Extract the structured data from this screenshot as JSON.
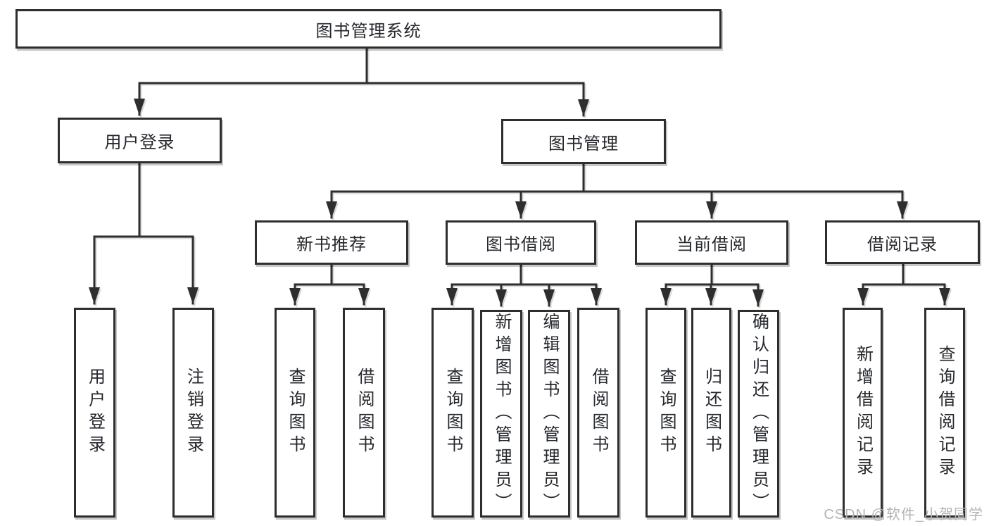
{
  "colors": {
    "line": "#2e2e2e",
    "text": "#24272c",
    "watermark": "#b4b4b4",
    "bg": "#ffffff"
  },
  "watermark": "CSDN @软件_小贺同学",
  "nodes": {
    "root": {
      "label": "图书管理系统"
    },
    "user_login": {
      "label": "用户登录"
    },
    "book_management": {
      "label": "图书管理"
    },
    "new_book_recommend": {
      "label": "新书推荐"
    },
    "book_borrow": {
      "label": "图书借阅"
    },
    "current_borrow": {
      "label": "当前借阅"
    },
    "borrow_records": {
      "label": "借阅记录"
    },
    "leaf_user_login": {
      "label": "用户登录"
    },
    "leaf_logout": {
      "label": "注销登录"
    },
    "recommend_query_books": {
      "label": "查询图书"
    },
    "recommend_borrow_books": {
      "label": "借阅图书"
    },
    "borrow_query_books": {
      "label": "查询图书"
    },
    "borrow_add_books": {
      "label": "新增图书（管理员）"
    },
    "borrow_edit_books": {
      "label": "编辑图书（管理员）"
    },
    "borrow_borrow_books": {
      "label": "借阅图书"
    },
    "current_query_books": {
      "label": "查询图书"
    },
    "current_return_books": {
      "label": "归还图书"
    },
    "current_confirm_return": {
      "label": "确认归还（管理员）"
    },
    "records_add_record": {
      "label": "新增借阅记录"
    },
    "records_query_record": {
      "label": "查询借阅记录"
    }
  }
}
